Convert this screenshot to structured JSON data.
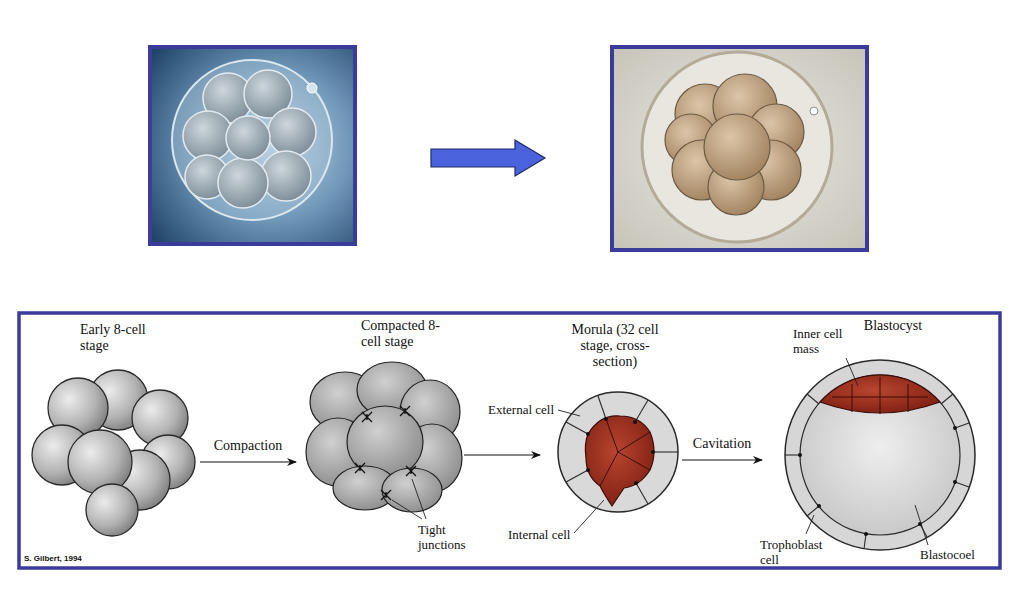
{
  "diagram": {
    "nodes": [
      {
        "text": [
          "Early 8-cell stage"
        ]
      },
      {
        "text": [
          "Compacted 8-cell stage"
        ]
      },
      {
        "text": [
          "Morula (32 cell stage, cross-section)"
        ]
      },
      {
        "text": [
          "Blastocyst"
        ]
      }
    ],
    "edges": [
      {
        "from": 0,
        "to": 1,
        "arrow": "to",
        "label": "Compaction"
      },
      {
        "from": 1,
        "to": 2,
        "arrow": "to"
      },
      {
        "from": 2,
        "to": 3,
        "arrow": "to",
        "label": "Cavitation"
      }
    ],
    "labels": [
      "Tight junctions",
      "External cell",
      "Internal cell",
      "Inner cell mass",
      "Trophoblast cell",
      "Blastocoel",
      "S. Gilbert, 1994"
    ]
  }
}
